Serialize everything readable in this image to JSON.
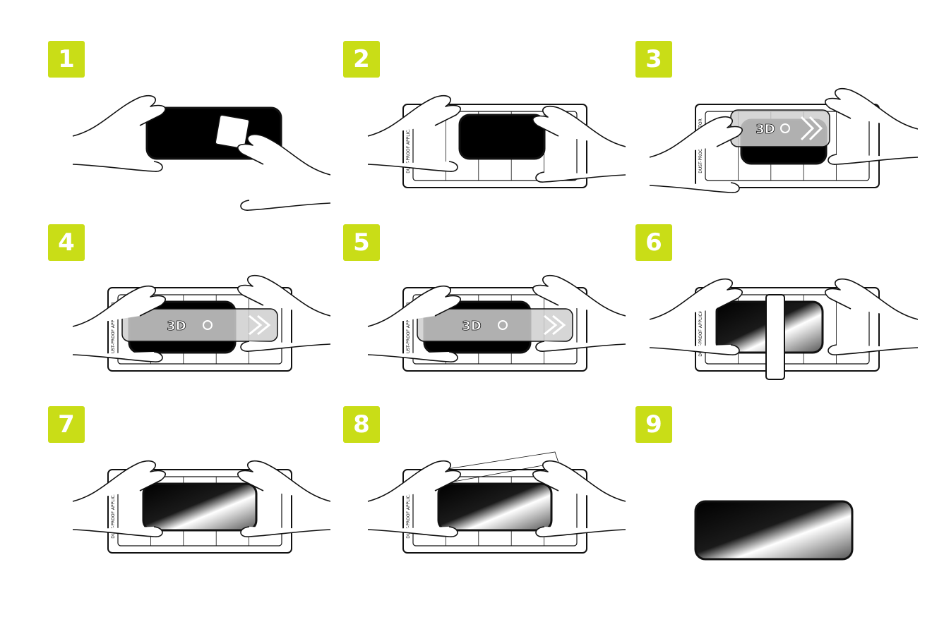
{
  "colors": {
    "badge": "#c9dd17",
    "ink": "#111111",
    "paper": "#ffffff"
  },
  "steps": [
    {
      "number": "1",
      "scene": "wipe"
    },
    {
      "number": "2",
      "scene": "place"
    },
    {
      "number": "3",
      "scene": "cover"
    },
    {
      "number": "4",
      "scene": "peel-film"
    },
    {
      "number": "5",
      "scene": "peel-film"
    },
    {
      "number": "6",
      "scene": "press"
    },
    {
      "number": "7",
      "scene": "lift"
    },
    {
      "number": "8",
      "scene": "remove-tab"
    },
    {
      "number": "9",
      "scene": "done"
    }
  ],
  "film": {
    "brand": "3D"
  },
  "tray": {
    "label": "DUST-PROOF APPLICATOR"
  }
}
